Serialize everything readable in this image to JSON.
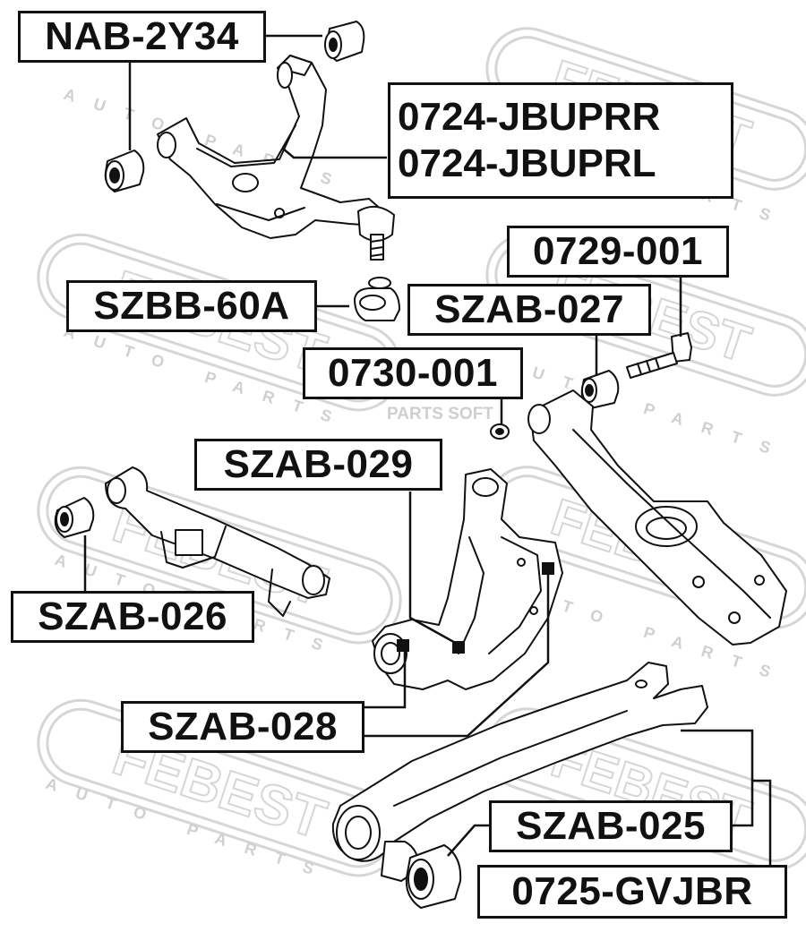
{
  "watermark": {
    "brand": "FEBEST",
    "tagline": "AUTO PARTS",
    "source": "PARTS SOFT"
  },
  "labels": {
    "nab_2y34": "NAB-2Y34",
    "jbuprr": "0724-JBUPRR",
    "jbuprl": "0724-JBUPRL",
    "szbb_60a": "SZBB-60A",
    "p0729_001": "0729-001",
    "szab_027": "SZAB-027",
    "p0730_001": "0730-001",
    "szab_029": "SZAB-029",
    "szab_026": "SZAB-026",
    "szab_028": "SZAB-028",
    "szab_025": "SZAB-025",
    "gvjbr": "0725-GVJBR"
  },
  "colors": {
    "ink": "#111111",
    "watermark": "#d4d4d4",
    "background": "#ffffff"
  }
}
